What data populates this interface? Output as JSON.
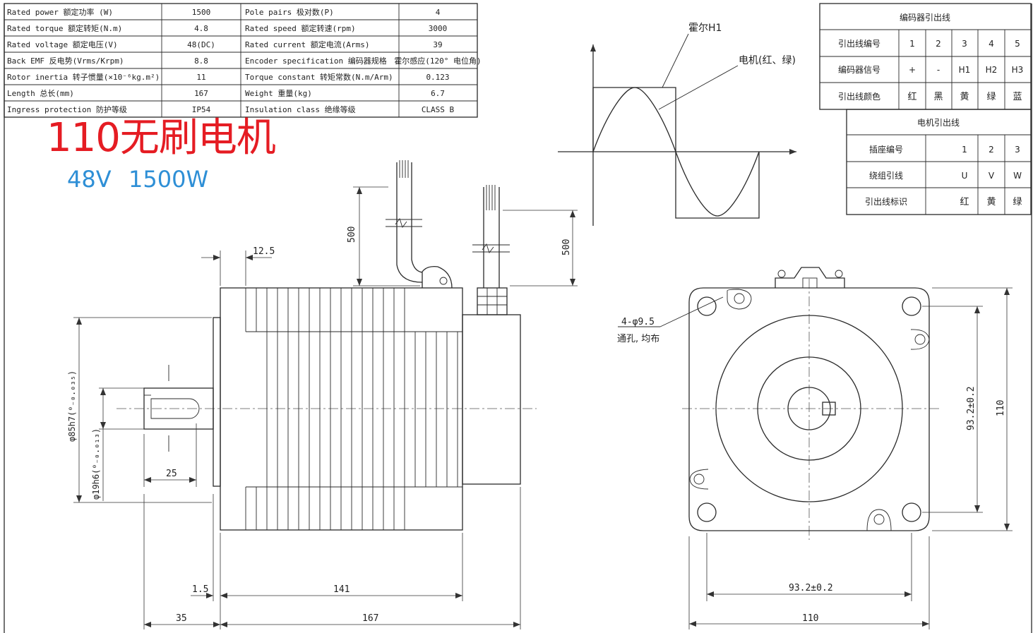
{
  "specs": {
    "left": [
      {
        "label": "Rated power 额定功率 (W)",
        "value": "1500"
      },
      {
        "label": "Rated torque 额定转矩(N.m)",
        "value": "4.8"
      },
      {
        "label": "Rated voltage 额定电压(V)",
        "value": "48(DC)"
      },
      {
        "label": "Back EMF 反电势(Vrms/Krpm)",
        "value": "8.8"
      },
      {
        "label": "Rotor inertia 转子惯量(×10⁻⁶kg.m²)",
        "value": "11"
      },
      {
        "label": "Length 总长(mm)",
        "value": "167"
      },
      {
        "label": "Ingress protection 防护等级",
        "value": "IP54"
      }
    ],
    "right": [
      {
        "label": "Pole pairs 极对数(P)",
        "value": "4"
      },
      {
        "label": "Rated speed 额定转速(rpm)",
        "value": "3000"
      },
      {
        "label": "Rated current 额定电流(Arms)",
        "value": "39"
      },
      {
        "label": "Encoder specification 编码器规格",
        "value": "霍尔感应(120° 电位角)"
      },
      {
        "label": "Torque constant 转矩常数(N.m/Arm)",
        "value": "0.123"
      },
      {
        "label": "Weight 重量(kg)",
        "value": "6.7"
      },
      {
        "label": "Insulation class 绝缘等级",
        "value": "CLASS B"
      }
    ]
  },
  "title": "110无刷电机",
  "subtitle": {
    "voltage": "48V",
    "power": "1500W"
  },
  "waveform": {
    "hall_label": "霍尔H1",
    "motor_label": "电机(红、绿)"
  },
  "encoder_table": {
    "title": "编码器引出线",
    "rows": [
      {
        "head": "引出线编号",
        "cells": [
          "1",
          "2",
          "3",
          "4",
          "5"
        ]
      },
      {
        "head": "编码器信号",
        "cells": [
          "+",
          "-",
          "H1",
          "H2",
          "H3"
        ]
      },
      {
        "head": "引出线颜色",
        "cells": [
          "红",
          "黑",
          "黄",
          "绿",
          "蓝"
        ]
      }
    ]
  },
  "motor_table": {
    "title": "电机引出线",
    "rows": [
      {
        "head": "插座编号",
        "cells": [
          "1",
          "2",
          "3"
        ]
      },
      {
        "head": "绕组引线",
        "cells": [
          "U",
          "V",
          "W"
        ]
      },
      {
        "head": "引出线标识",
        "cells": [
          "红",
          "黄",
          "绿"
        ]
      }
    ]
  },
  "dimensions": {
    "flange_thk": "12.5",
    "lead_a": "500",
    "lead_b": "500",
    "shaft_dia": "φ19h6(⁰₋₀.₀₁₃)",
    "pilot_dia": "φ85h7(⁰₋₀.₀₃₅)",
    "shaft_len": "25",
    "shaft_step": "1.5",
    "body_len": "141",
    "shaft_total": "35",
    "total_len": "167",
    "holes": "4-φ9.5",
    "holes_note": "通孔, 均布",
    "pcd_h": "93.2±0.2",
    "pcd_v": "93.2±0.2",
    "flange_w": "110",
    "flange_h": "110"
  }
}
